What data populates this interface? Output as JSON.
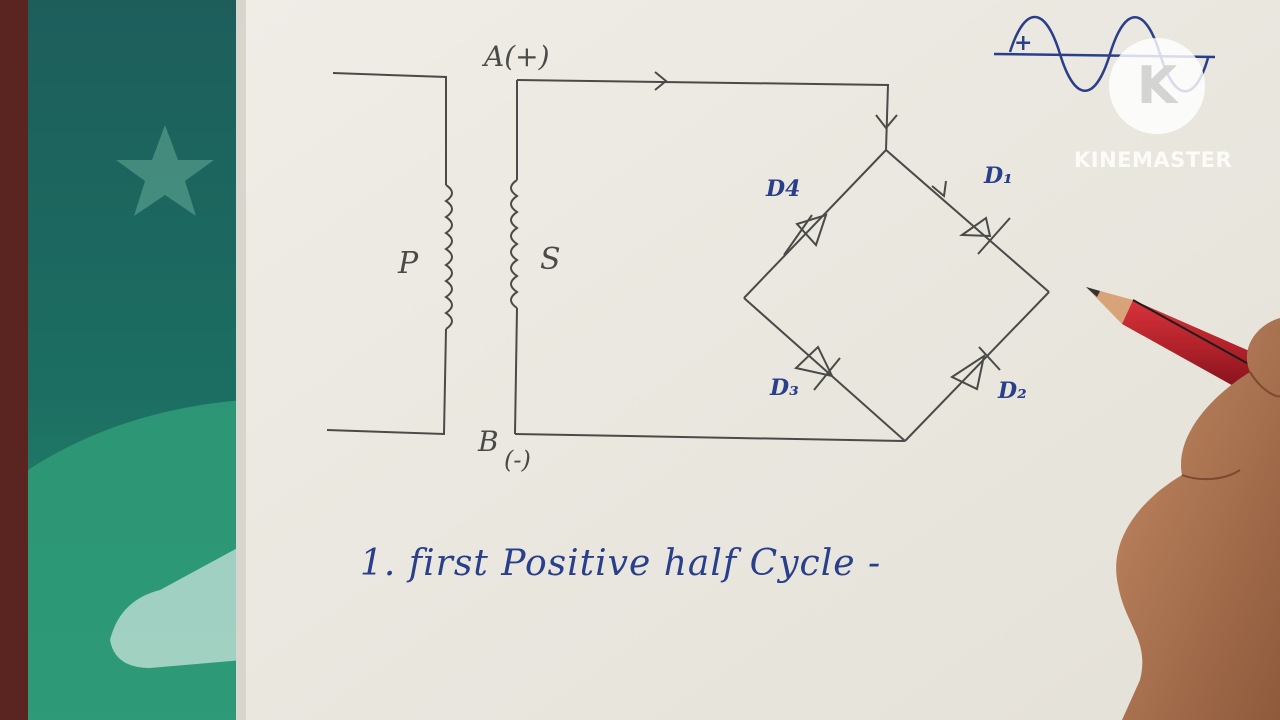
{
  "labels": {
    "node_a": "A(+)",
    "node_b": "B",
    "node_b_sign": "(-)",
    "primary": "P",
    "secondary": "S",
    "d1": "D₁",
    "d2": "D₂",
    "d3": "D₃",
    "d4": "D4"
  },
  "heading": "1. first Positive half Cycle -",
  "watermark": {
    "text": "KINEMASTER",
    "glyph": "K"
  },
  "waveform_sign": "+",
  "icons": [
    "pencil-icon",
    "hand-icon",
    "kinemaster-logo-icon",
    "sine-wave-icon",
    "current-arrow-icon",
    "diode-icon"
  ],
  "colors": {
    "paper": "#ece9e0",
    "pencil": "#4a4a48",
    "ink_blue": "#2a3f8c",
    "folder_teal": "#1b6f62",
    "folder_green": "#2f9a77"
  }
}
